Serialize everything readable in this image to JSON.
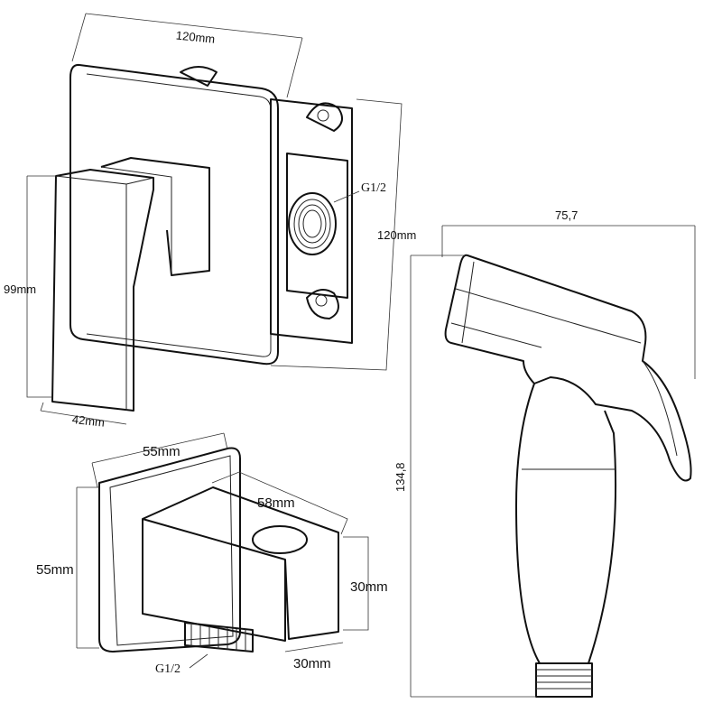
{
  "valve": {
    "width_label": "120mm",
    "height_label": "120mm",
    "handle_height_label": "99mm",
    "handle_depth_label": "42mm",
    "thread_label": "G1/2"
  },
  "elbow": {
    "plate_width_label": "55mm",
    "plate_height_label": "55mm",
    "depth_label": "58mm",
    "body_height_label": "30mm",
    "body_width_label": "30mm",
    "thread_label": "G1/2"
  },
  "sprayer": {
    "width_label": "75,7",
    "height_label": "134,8"
  }
}
